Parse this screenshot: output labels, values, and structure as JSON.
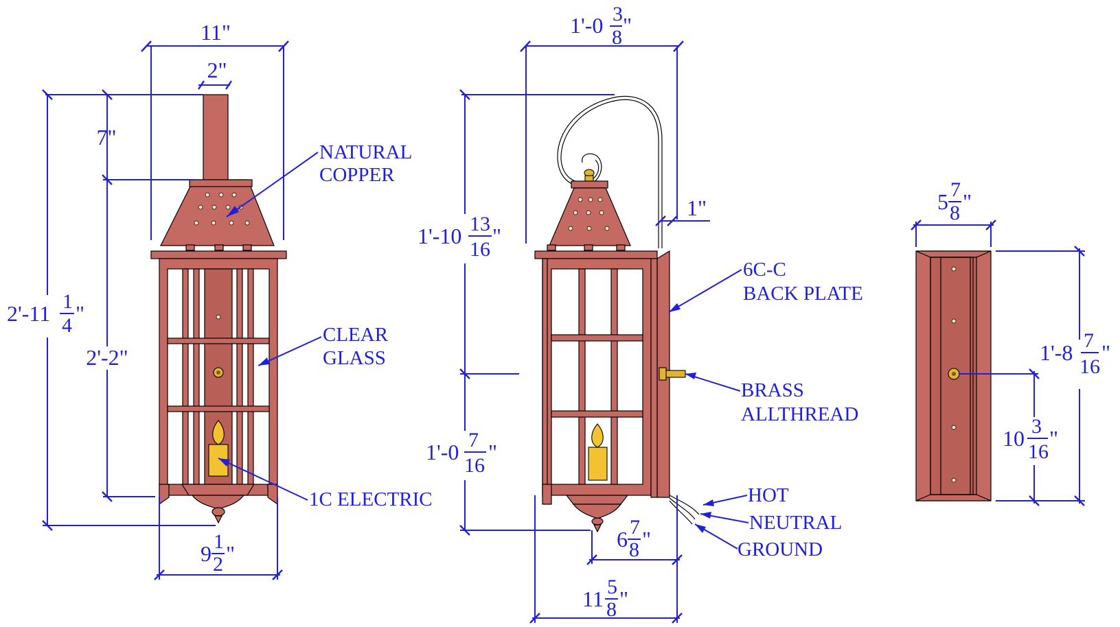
{
  "colors": {
    "copper": "#c56a63",
    "dimension_blue": "#1f1fe0",
    "candle_yellow": "#f2c230",
    "brass": "#e2b431"
  },
  "front_view": {
    "width_top": "11\"",
    "chimney_width": "2\"",
    "chimney_height": "7\"",
    "overall_height": {
      "whole": "2'-11",
      "num": "1",
      "den": "4",
      "unit": "\""
    },
    "body_height": "2'-2\"",
    "bottom_width": {
      "whole": "9",
      "num": "1",
      "den": "2",
      "unit": "\""
    },
    "labels": {
      "natural_copper_1": "NATURAL",
      "natural_copper_2": "COPPER",
      "clear_glass_1": "CLEAR",
      "clear_glass_2": "GLASS",
      "electric": "1C ELECTRIC"
    }
  },
  "side_view": {
    "overall_width": {
      "whole": "1'-0",
      "num": "3",
      "den": "8",
      "unit": "\""
    },
    "upper_height": {
      "whole": "1'-10",
      "num": "13",
      "den": "16",
      "unit": "\""
    },
    "lower_height": {
      "whole": "1'-0",
      "num": "7",
      "den": "16",
      "unit": "\""
    },
    "arm_offset": "1\"",
    "projection": {
      "whole": "6",
      "num": "7",
      "den": "8",
      "unit": "\""
    },
    "bottom_width": {
      "whole": "11",
      "num": "5",
      "den": "8",
      "unit": "\""
    },
    "labels": {
      "back_plate_1": "6C-C",
      "back_plate_2": "BACK PLATE",
      "allthread_1": "BRASS",
      "allthread_2": "ALLTHREAD",
      "hot": "HOT",
      "neutral": "NEUTRAL",
      "ground": "GROUND"
    }
  },
  "back_plate": {
    "width": {
      "whole": "5",
      "num": "7",
      "den": "8",
      "unit": "\""
    },
    "height": {
      "whole": "1'-8",
      "num": "7",
      "den": "16",
      "unit": "\""
    },
    "mount_height": {
      "whole": "10",
      "num": "3",
      "den": "16",
      "unit": "\""
    }
  }
}
